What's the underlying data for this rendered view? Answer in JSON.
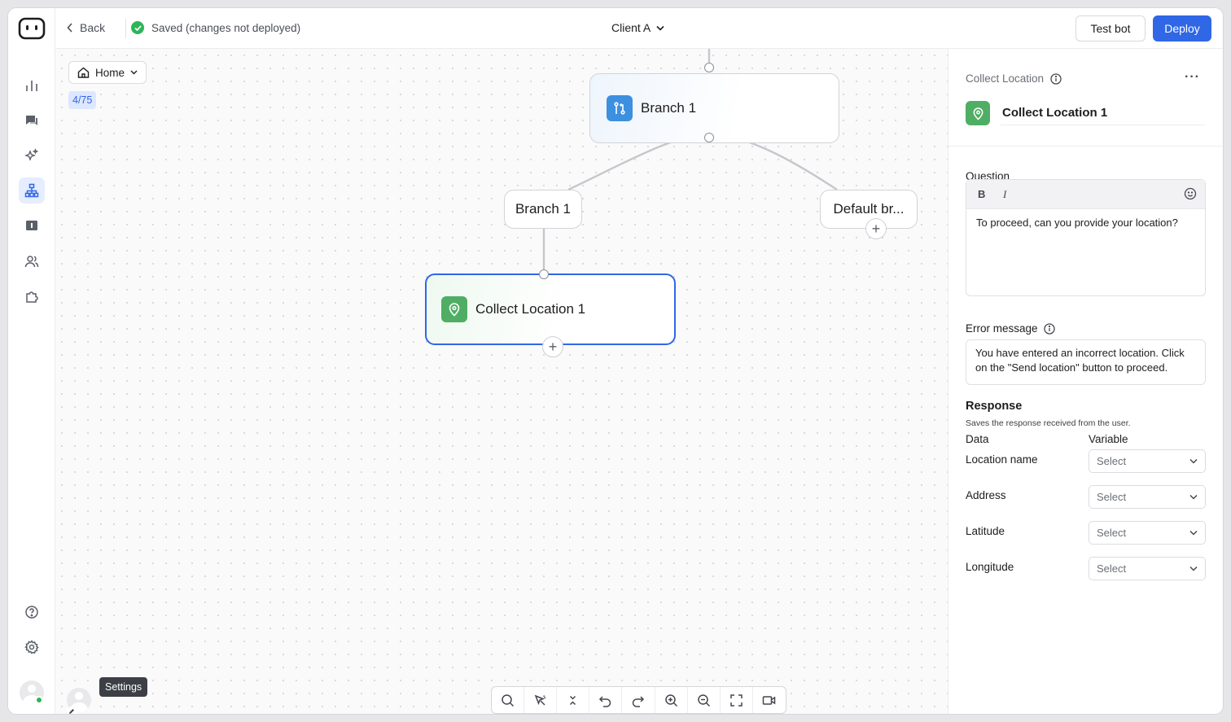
{
  "topbar": {
    "back_label": "Back",
    "save_status": "Saved (changes not deployed)",
    "client_name": "Client A",
    "test_bot_label": "Test bot",
    "deploy_label": "Deploy"
  },
  "sidebar": {
    "items": [
      {
        "icon": "analytics-icon",
        "active": false
      },
      {
        "icon": "chat-icon",
        "active": false
      },
      {
        "icon": "sparkle-icon",
        "active": false
      },
      {
        "icon": "flow-icon",
        "active": true
      },
      {
        "icon": "board-icon",
        "active": false
      },
      {
        "icon": "users-icon",
        "active": false
      },
      {
        "icon": "integrations-icon",
        "active": false
      }
    ],
    "bottom": [
      {
        "icon": "help-icon"
      },
      {
        "icon": "gear-icon"
      }
    ],
    "tooltip": "Settings"
  },
  "canvas": {
    "home_label": "Home",
    "node_counter": "4/75",
    "nodes": {
      "branch_node": "Branch 1",
      "branch_pill": "Branch 1",
      "default_pill": "Default br...",
      "collect_node": "Collect Location 1"
    },
    "toolbar": [
      "search-icon",
      "select-icon",
      "collapse-icon",
      "undo-icon",
      "redo-icon",
      "zoom-in-icon",
      "zoom-out-icon",
      "fullscreen-icon",
      "video-icon"
    ]
  },
  "panel": {
    "node_type": "Collect Location",
    "node_name": "Collect Location 1",
    "question_label": "Question",
    "question_text": "To proceed, can you provide your location?",
    "error_label": "Error message",
    "error_text": "You have entered an incorrect location. Click on the \"Send location\" button to proceed.",
    "response_title": "Response",
    "response_subtitle": "Saves the response received from the user.",
    "col_data": "Data",
    "col_variable": "Variable",
    "rows": [
      {
        "data": "Location name",
        "variable": "Select"
      },
      {
        "data": "Address",
        "variable": "Select"
      },
      {
        "data": "Latitude",
        "variable": "Select"
      },
      {
        "data": "Longitude",
        "variable": "Select"
      }
    ]
  },
  "colors": {
    "accent": "#2f67e6",
    "success": "#2fb45a",
    "location_green": "#4fae63",
    "branch_blue": "#3d8fe0"
  }
}
